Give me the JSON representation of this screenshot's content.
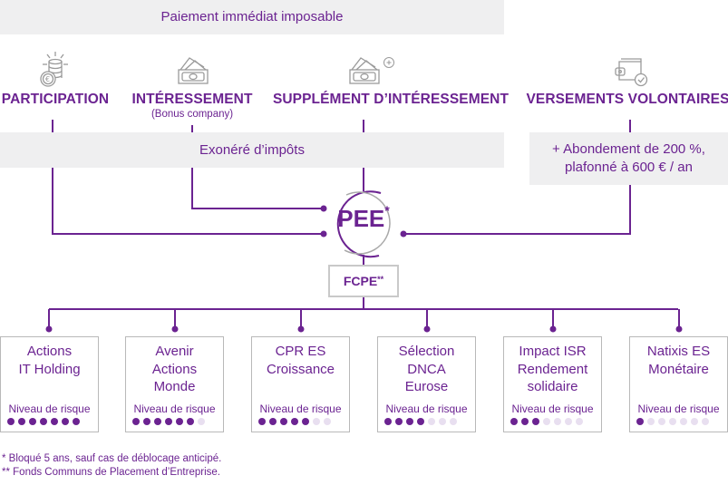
{
  "colors": {
    "accent": "#6b2391",
    "band_bg": "#efeff0",
    "icon_gray": "#9a9a9a",
    "border_gray": "#c9c9c9",
    "dot_off": "#e8dff0"
  },
  "bands": {
    "immediate": "Paiement immédiat imposable",
    "tax_exempt": "Exonéré d’impôts",
    "matching": "+ Abondement de 200 %, plafonné à 600 € / an"
  },
  "sources": [
    {
      "title": "PARTICIPATION",
      "subtitle": "",
      "icon": "coins-euro-icon"
    },
    {
      "title": "INTÉRESSEMENT",
      "subtitle": "(Bonus company)",
      "icon": "banknotes-icon"
    },
    {
      "title": "SUPPLÉMENT D’INTÉRESSEMENT",
      "subtitle": "",
      "icon": "banknotes-plus-icon"
    },
    {
      "title": "VERSEMENTS VOLONTAIRES",
      "subtitle": "",
      "icon": "wallet-check-icon"
    }
  ],
  "hub": {
    "label": "PEE",
    "marker": "*"
  },
  "fcpe": {
    "label": "FCPE",
    "marker": "**"
  },
  "risk_label": "Niveau de risque",
  "risk_max": 7,
  "funds": [
    {
      "name": "Actions IT Holding",
      "risk": 7
    },
    {
      "name": "Avenir Actions Monde",
      "risk": 6
    },
    {
      "name": "CPR ES Croissance",
      "risk": 5
    },
    {
      "name": "Sélection DNCA Eurose",
      "risk": 4
    },
    {
      "name": "Impact ISR Rendement solidaire",
      "risk": 3
    },
    {
      "name": "Natixis ES Monétaire",
      "risk": 1
    }
  ],
  "footnotes": [
    "* Bloqué 5 ans, sauf cas de déblocage anticipé.",
    "** Fonds Communs de Placement d’Entreprise."
  ]
}
